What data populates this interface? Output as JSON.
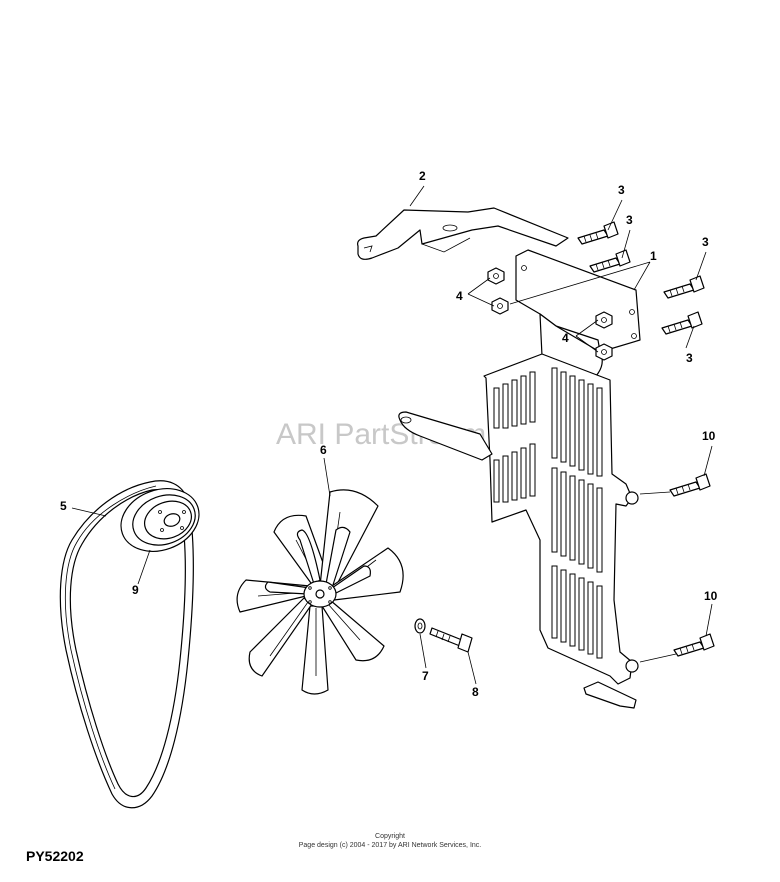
{
  "watermark": "ARI PartStream",
  "figure_id": "PY52202",
  "copyright": {
    "line1": "Copyright",
    "line2": "Page design (c) 2004 - 2017 by ARI Network Services, Inc."
  },
  "callouts": {
    "c1": "1",
    "c2": "2",
    "c3a": "3",
    "c3b": "3",
    "c3c": "3",
    "c3d": "3",
    "c3e": "3",
    "c4a": "4",
    "c4b": "4",
    "c5": "5",
    "c6": "6",
    "c7": "7",
    "c8": "8",
    "c9": "9",
    "c10a": "10",
    "c10b": "10"
  }
}
